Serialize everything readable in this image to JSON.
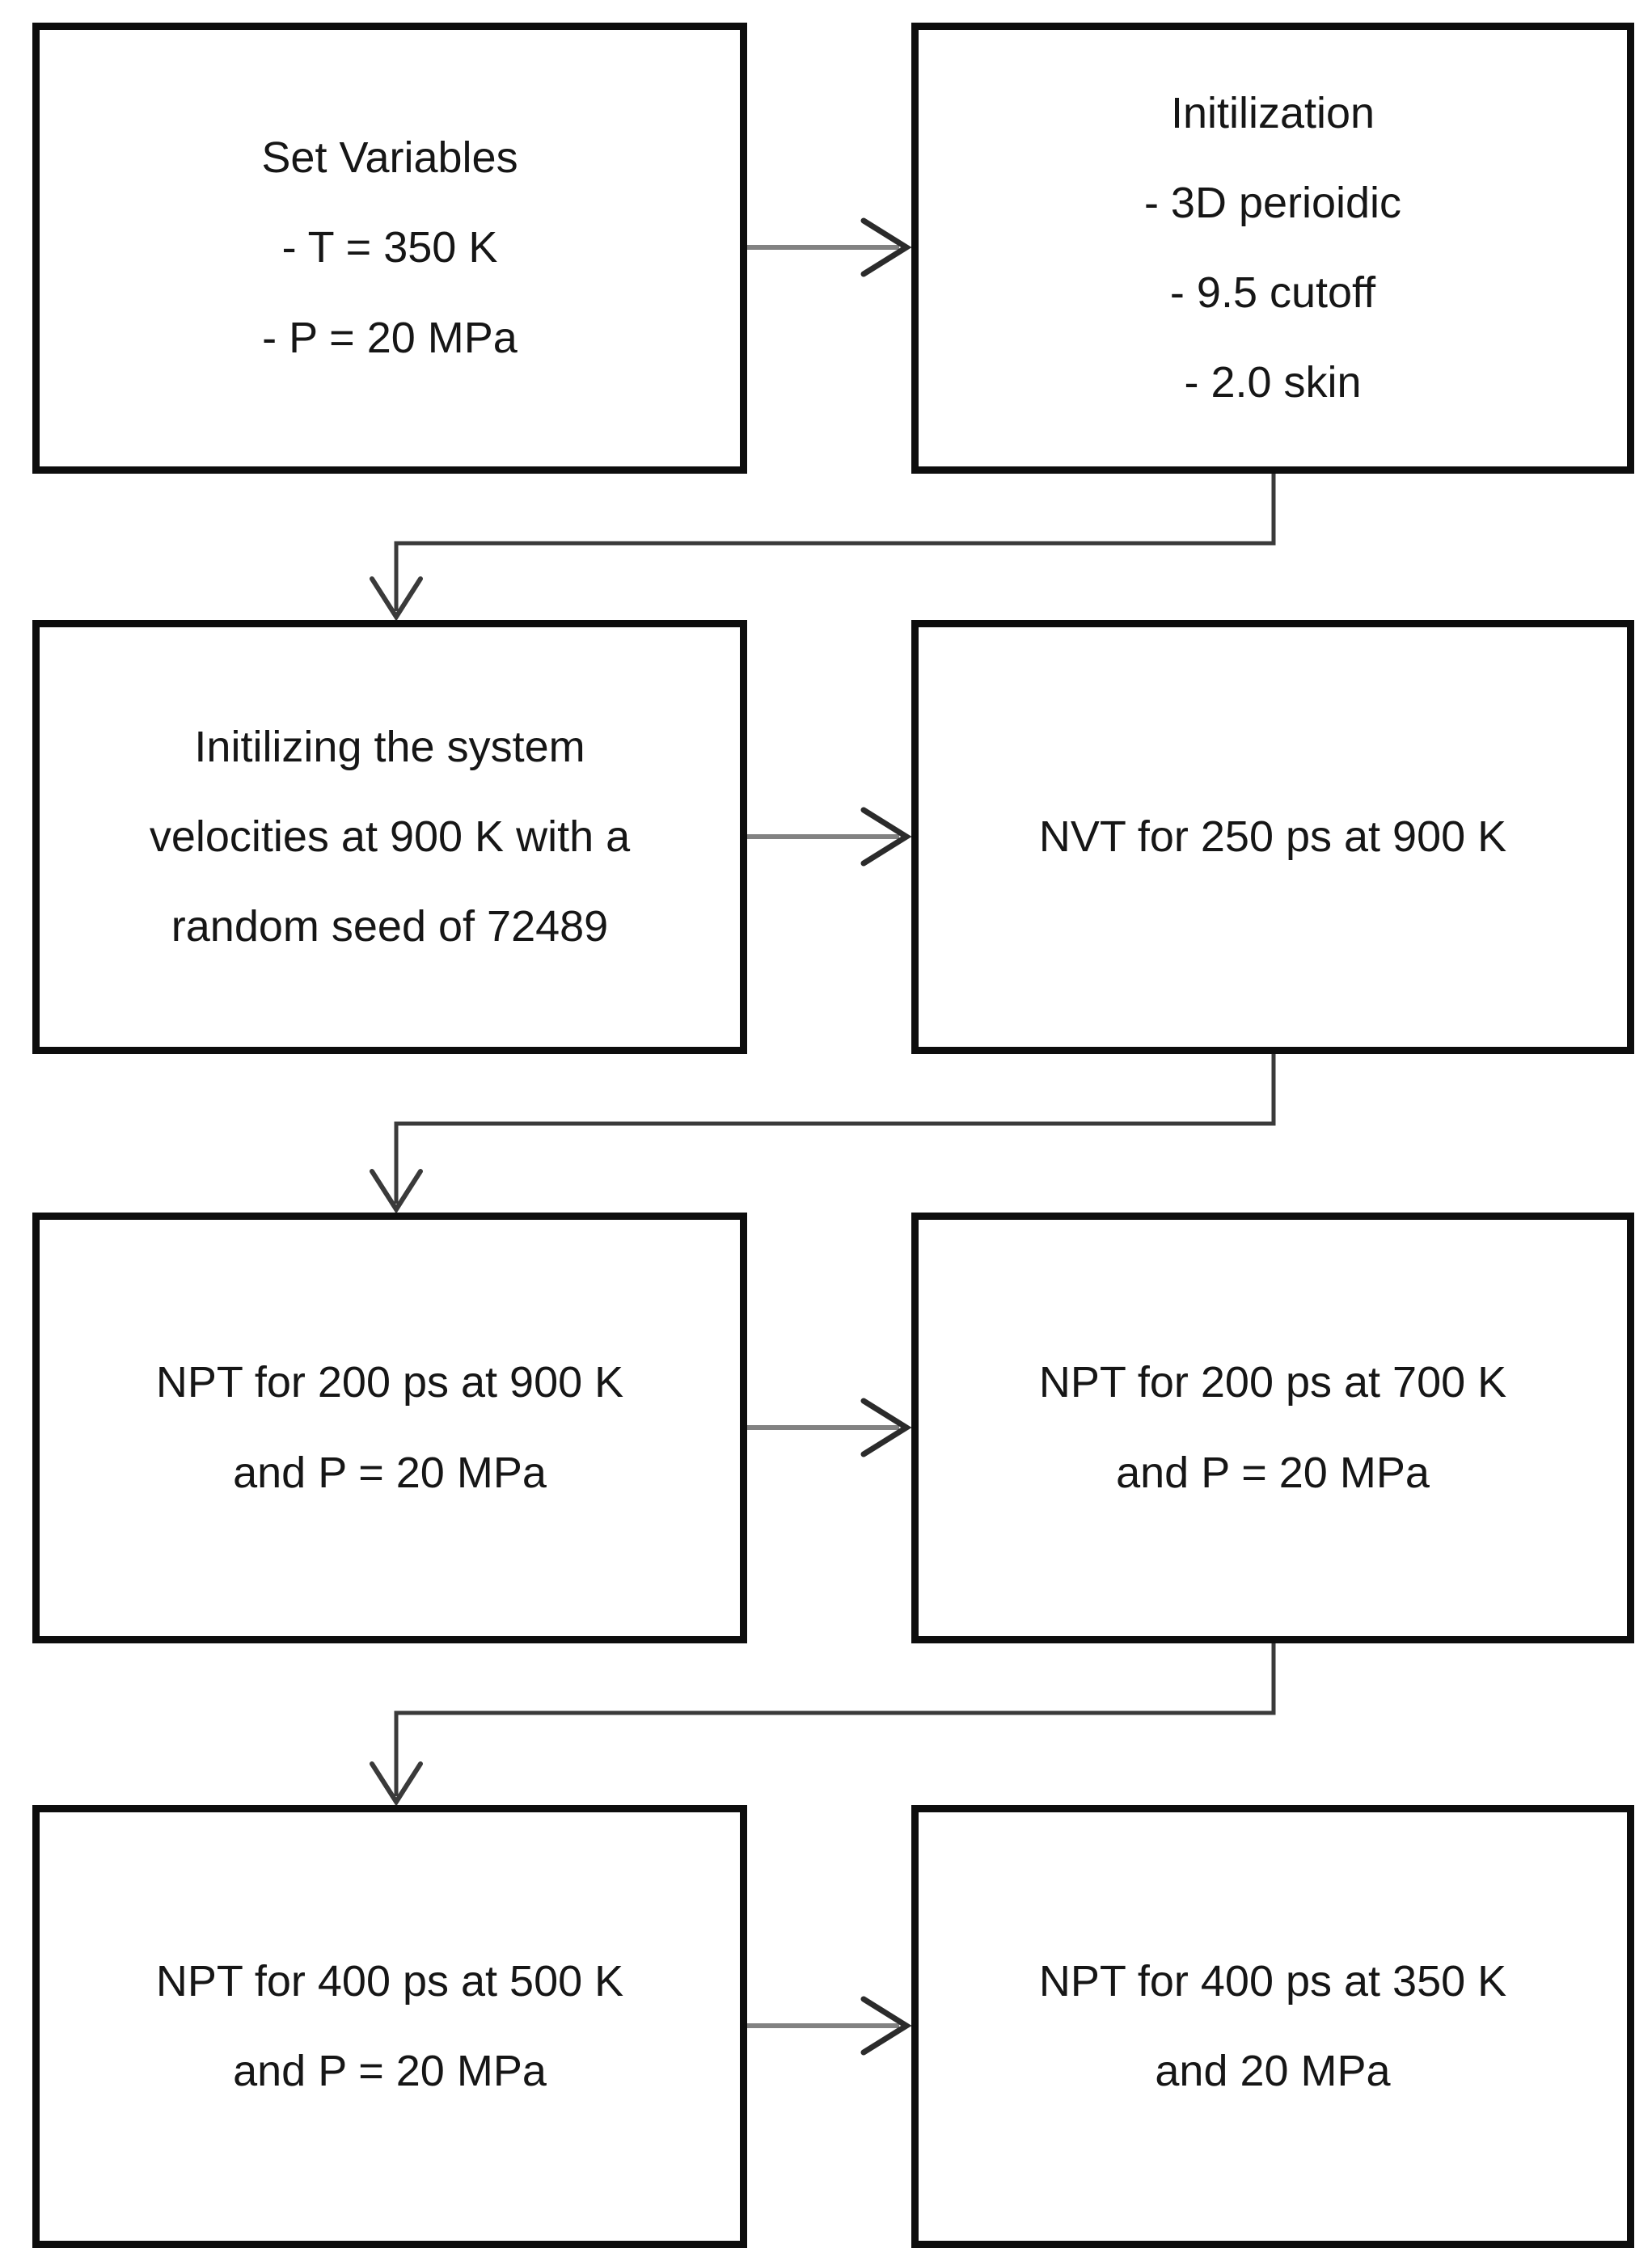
{
  "diagram": {
    "type": "flowchart",
    "colors": {
      "background": "#ffffff",
      "box_border": "#0d0d0d",
      "text": "#161616",
      "elbow_line": "#3a3a3a",
      "arrow_line": "#828282",
      "arrow_head": "#2b2b2b"
    },
    "boxes": [
      {
        "id": "set-variables",
        "lines": [
          "Set Variables",
          "- T = 350 K",
          "- P = 20 MPa"
        ]
      },
      {
        "id": "initialization",
        "lines": [
          "Initilization",
          "- 3D perioidic",
          "- 9.5 cutoff",
          "- 2.0 skin"
        ]
      },
      {
        "id": "velocity-init",
        "lines": [
          "Initilizing the system",
          "velocities at 900 K with a",
          "random seed of 72489"
        ]
      },
      {
        "id": "nvt-250ps-900k",
        "lines": [
          "NVT for 250 ps at 900 K"
        ]
      },
      {
        "id": "npt-200ps-900k",
        "lines": [
          "NPT for 200 ps at 900 K",
          "and P = 20 MPa"
        ]
      },
      {
        "id": "npt-200ps-700k",
        "lines": [
          "NPT for 200 ps at 700 K",
          "and P = 20 MPa"
        ]
      },
      {
        "id": "npt-400ps-500k",
        "lines": [
          "NPT for 400 ps at 500 K",
          "and P = 20 MPa"
        ]
      },
      {
        "id": "npt-400ps-350k",
        "lines": [
          "NPT for 400 ps at 350 K",
          "and 20 MPa"
        ]
      }
    ],
    "connectors": [
      {
        "from": "set-variables",
        "to": "initialization",
        "style": "straight-right-arrow"
      },
      {
        "from": "initialization",
        "to": "velocity-init",
        "style": "elbow-down-left-down-arrow"
      },
      {
        "from": "velocity-init",
        "to": "nvt-250ps-900k",
        "style": "straight-right-arrow"
      },
      {
        "from": "nvt-250ps-900k",
        "to": "npt-200ps-900k",
        "style": "elbow-down-left-down-arrow"
      },
      {
        "from": "npt-200ps-900k",
        "to": "npt-200ps-700k",
        "style": "straight-right-arrow"
      },
      {
        "from": "npt-200ps-700k",
        "to": "npt-400ps-500k",
        "style": "elbow-down-left-down-arrow"
      },
      {
        "from": "npt-400ps-500k",
        "to": "npt-400ps-350k",
        "style": "straight-right-arrow"
      }
    ]
  }
}
